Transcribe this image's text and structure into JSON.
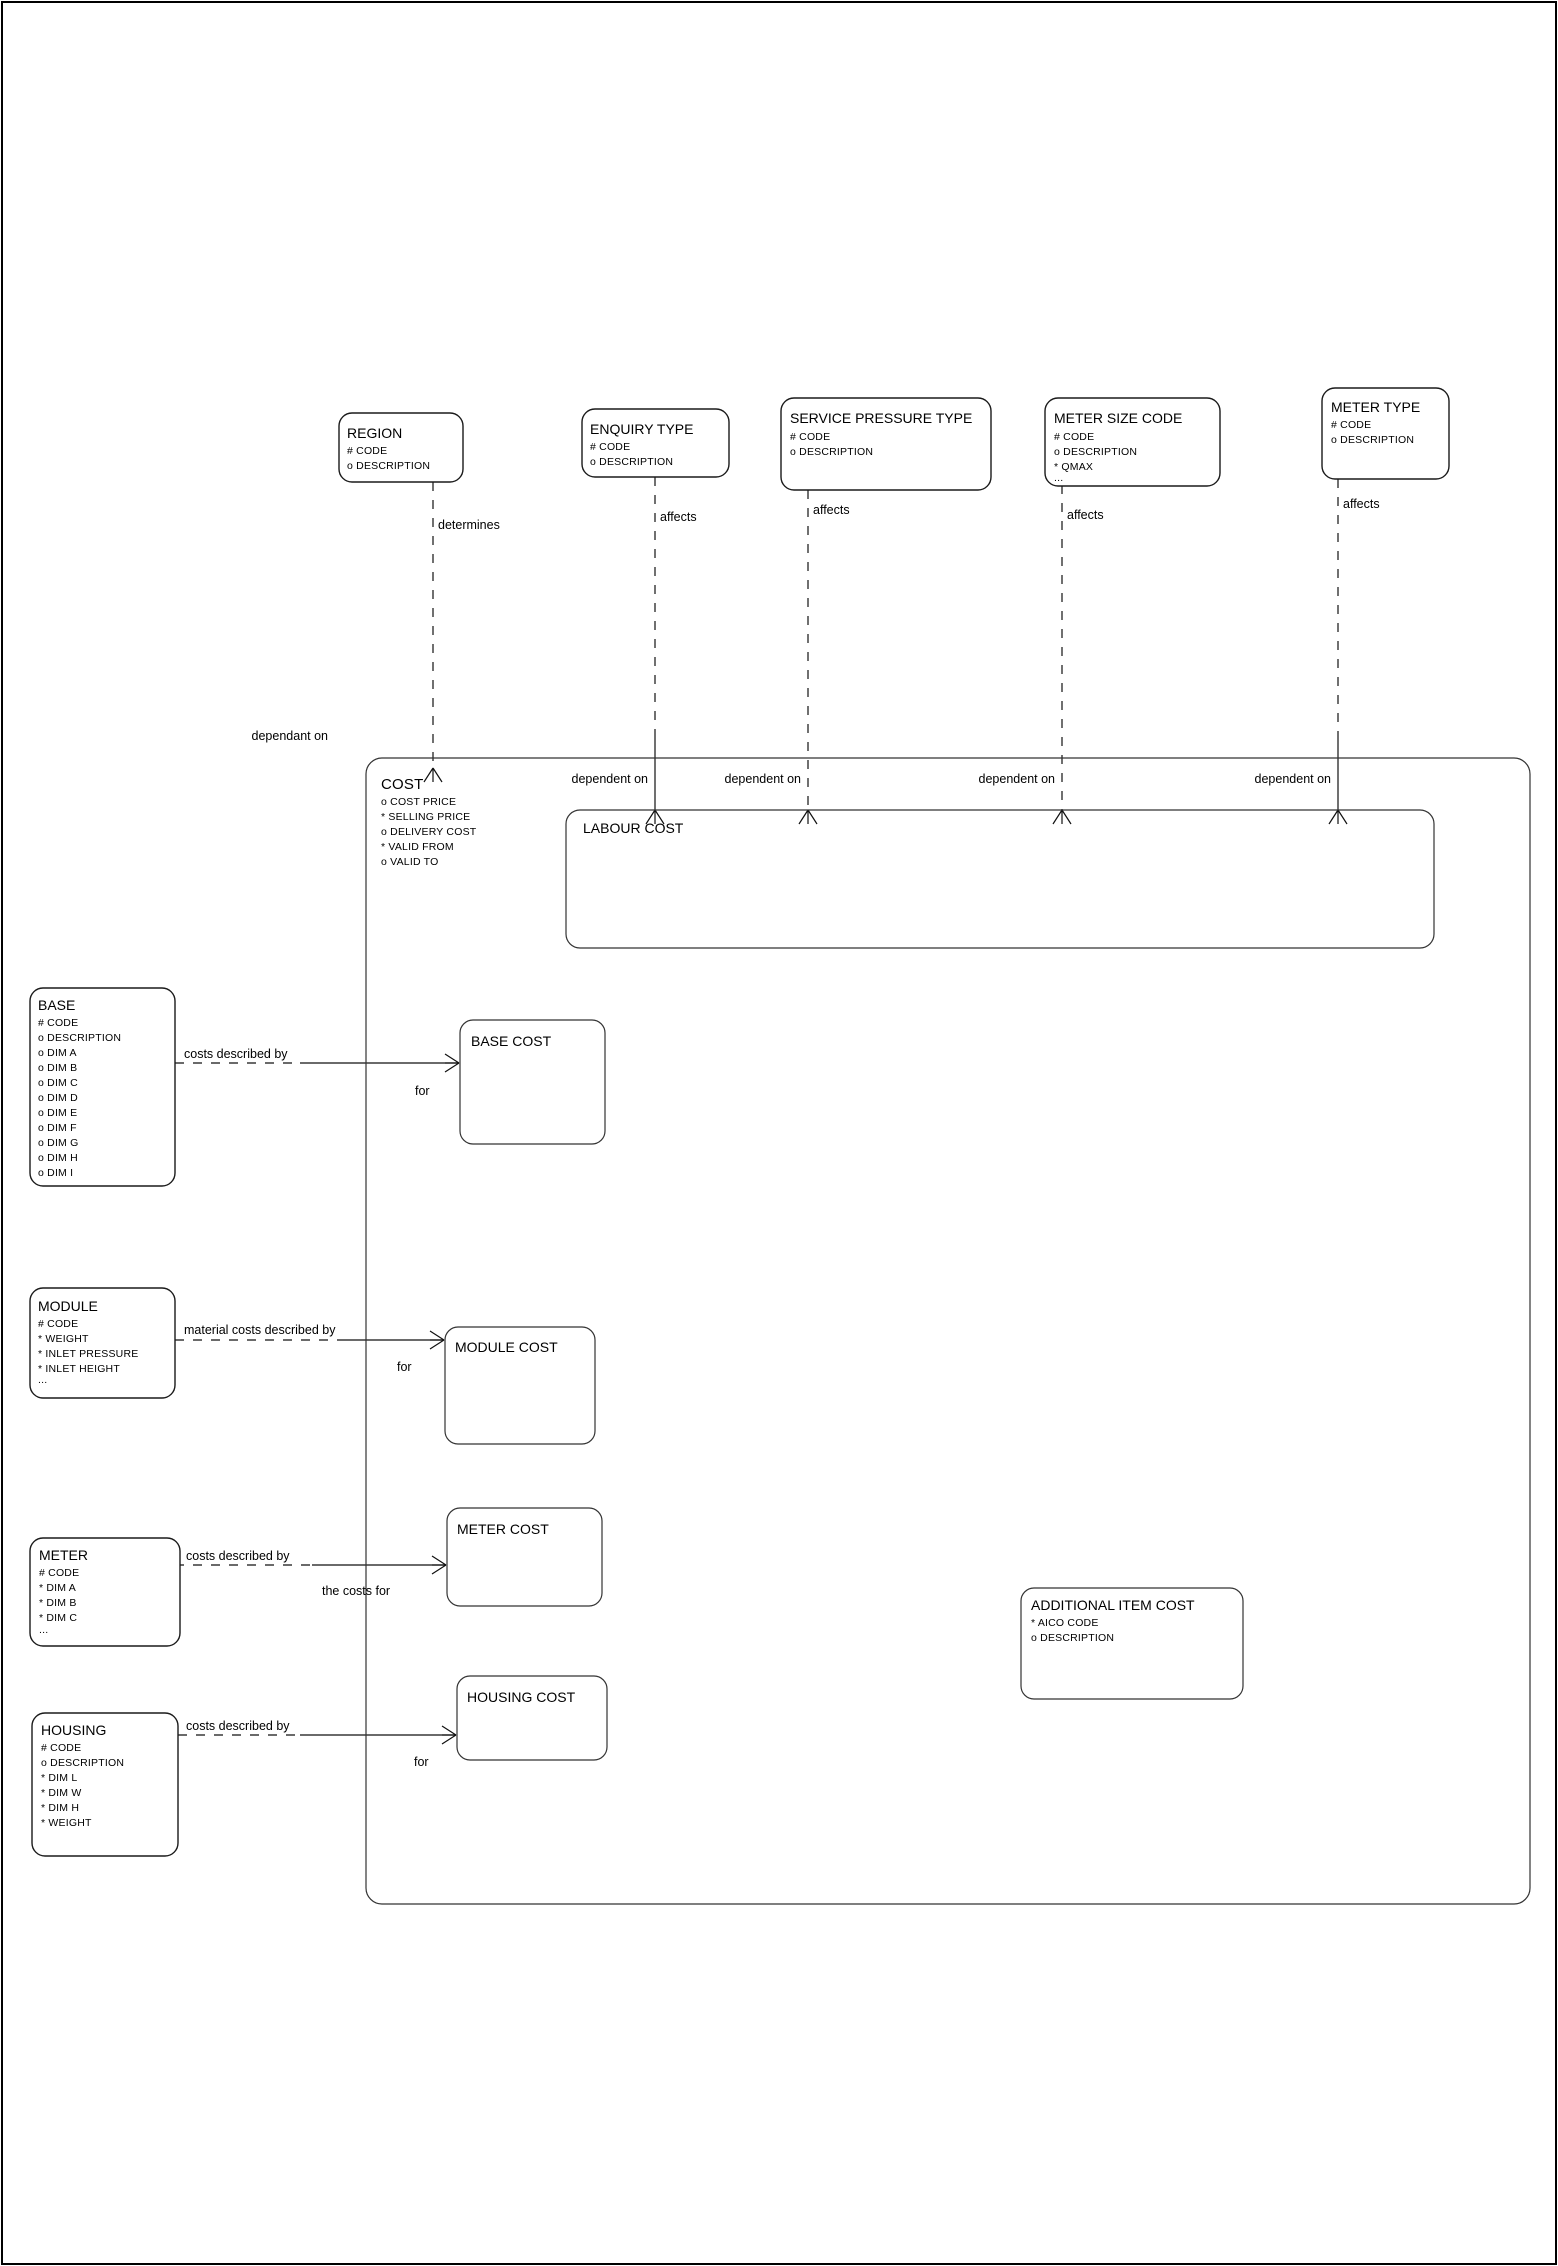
{
  "diagram": {
    "type": "entity-relationship-diagram",
    "title_visible": false,
    "page_border": true,
    "colors": {
      "background": "#ffffff",
      "stroke": "#111111",
      "text": "#000000"
    }
  },
  "entities": [
    {
      "id": "region",
      "name": "REGION",
      "attributes": [
        "# CODE",
        "o DESCRIPTION"
      ]
    },
    {
      "id": "enquiry-type",
      "name": "ENQUIRY TYPE",
      "attributes": [
        "# CODE",
        "o DESCRIPTION"
      ]
    },
    {
      "id": "service-pressure-type",
      "name": "SERVICE PRESSURE TYPE",
      "attributes": [
        "# CODE",
        "o DESCRIPTION"
      ]
    },
    {
      "id": "meter-size-code",
      "name": "METER SIZE CODE",
      "attributes": [
        "# CODE",
        "o DESCRIPTION",
        "* QMAX",
        "..."
      ]
    },
    {
      "id": "meter-type",
      "name": "METER TYPE",
      "attributes": [
        "# CODE",
        "o DESCRIPTION"
      ]
    },
    {
      "id": "cost",
      "name": "COST",
      "attributes": [
        "o COST PRICE",
        "* SELLING PRICE",
        "o DELIVERY COST",
        "* VALID FROM",
        "o VALID TO"
      ]
    },
    {
      "id": "labour-cost",
      "name": "LABOUR COST",
      "attributes": []
    },
    {
      "id": "base",
      "name": "BASE",
      "attributes": [
        "# CODE",
        "o DESCRIPTION",
        "o DIM A",
        "o DIM B",
        "o DIM C",
        "o DIM D",
        "o DIM E",
        "o DIM F",
        "o DIM G",
        "o DIM H",
        "o DIM I"
      ]
    },
    {
      "id": "module",
      "name": "MODULE",
      "attributes": [
        "# CODE",
        "* WEIGHT",
        "* INLET PRESSURE",
        "* INLET HEIGHT",
        "..."
      ]
    },
    {
      "id": "meter",
      "name": "METER",
      "attributes": [
        "# CODE",
        "* DIM A",
        "* DIM B",
        "* DIM C",
        "..."
      ]
    },
    {
      "id": "housing",
      "name": "HOUSING",
      "attributes": [
        "# CODE",
        "o DESCRIPTION",
        "* DIM L",
        "* DIM W",
        "* DIM H",
        "* WEIGHT"
      ]
    },
    {
      "id": "base-cost",
      "name": "BASE COST",
      "attributes": []
    },
    {
      "id": "module-cost",
      "name": "MODULE COST",
      "attributes": []
    },
    {
      "id": "meter-cost",
      "name": "METER COST",
      "attributes": []
    },
    {
      "id": "housing-cost",
      "name": "HOUSING COST",
      "attributes": []
    },
    {
      "id": "additional-item-cost",
      "name": "ADDITIONAL ITEM COST",
      "attributes": [
        "* AICO CODE",
        "o DESCRIPTION"
      ]
    }
  ],
  "relationship_labels": {
    "region_determines": "determines",
    "enquiry_affects": "affects",
    "service_pressure_affects": "affects",
    "meter_size_affects": "affects",
    "meter_type_affects": "affects",
    "cost_dependant_on": "dependant on",
    "labour_dependent_on_1": "dependent on",
    "labour_dependent_on_2": "dependent on",
    "labour_dependent_on_3": "dependent on",
    "labour_dependent_on_4": "dependent on",
    "base_costs_described_by": "costs described by",
    "base_for": "for",
    "module_material_costs_described_by": "material costs described by",
    "module_for": "for",
    "meter_costs_described_by": "costs described by",
    "meter_the_costs_for": "the costs for",
    "housing_costs_described_by": "costs described by",
    "housing_for": "for"
  }
}
